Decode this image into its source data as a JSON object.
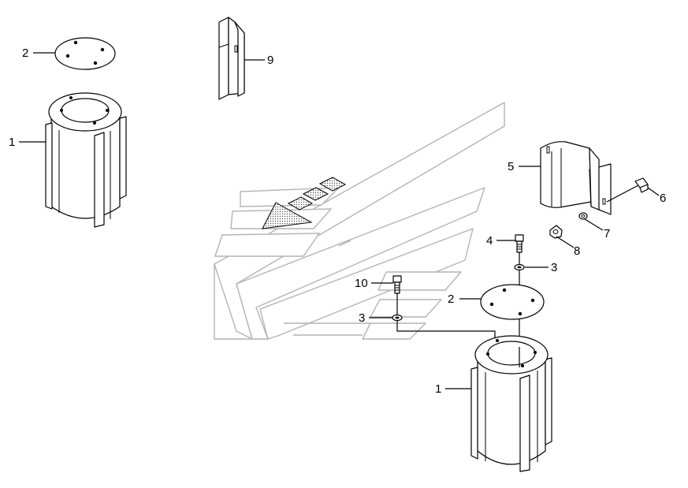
{
  "callouts": {
    "c2_top_left": "2",
    "c1_top_left": "1",
    "c9": "9",
    "c5": "5",
    "c6": "6",
    "c7": "7",
    "c8": "8",
    "c4": "4",
    "c3_right": "3",
    "c10": "10",
    "c2_center": "2",
    "c3_left": "3",
    "c1_bottom": "1"
  }
}
